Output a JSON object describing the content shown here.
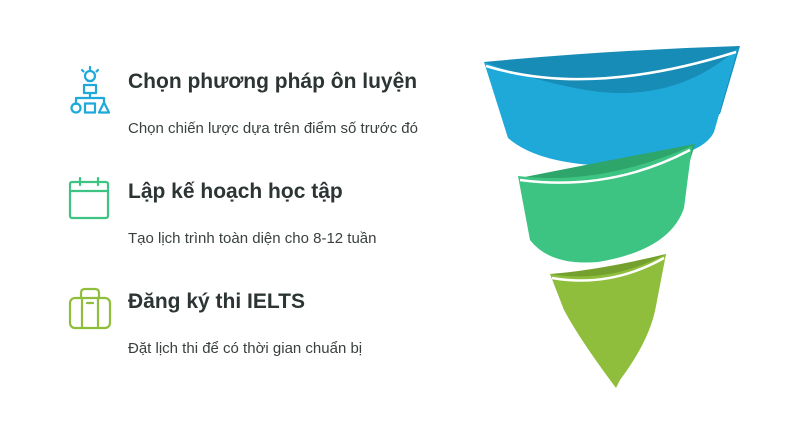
{
  "steps": [
    {
      "title": "Chọn phương pháp ôn luyện",
      "description": "Chọn chiến lược dựa trên điểm số trước đó",
      "icon": "strategy-tree-icon",
      "color": "#1ea9d9"
    },
    {
      "title": "Lập kế hoạch học tập",
      "description": "Tạo lịch trình toàn diện cho 8-12 tuần",
      "icon": "calendar-icon",
      "color": "#3dc482"
    },
    {
      "title": "Đăng ký thi IELTS",
      "description": "Đặt lịch thi để có thời gian chuẩn bị",
      "icon": "bag-icon",
      "color": "#8fbe3d"
    }
  ],
  "colors": {
    "blue": "#1ea9d9",
    "blue_dark": "#168cb6",
    "green": "#3dc482",
    "green_dark": "#2da56b",
    "lime": "#8fbe3d",
    "lime_dark": "#74a12e"
  }
}
